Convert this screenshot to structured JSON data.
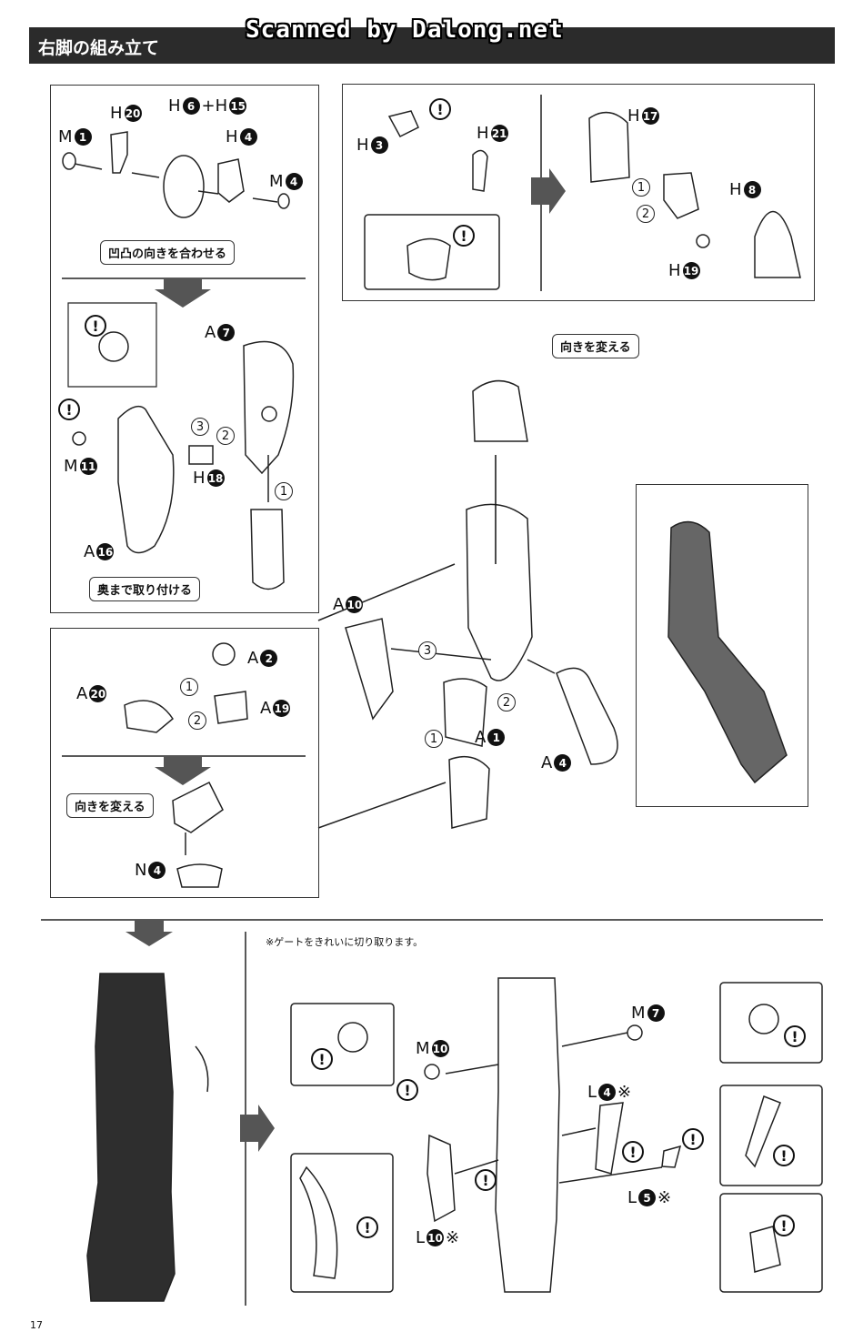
{
  "watermark": "Scanned by Dalong.net",
  "header": {
    "title": "右脚の組み立て"
  },
  "notes": {
    "align_convex": "凹凸の向きを合わせる",
    "attach_fully": "奥まで取り付ける",
    "change_direction_a": "向きを変える",
    "change_direction_b": "向きを変える",
    "gate_note": "※ゲートをきれいに切り取ります。"
  },
  "labels": {
    "m1": {
      "letter": "M",
      "num": "1"
    },
    "h20": {
      "letter": "H",
      "num": "20"
    },
    "h6h15": {
      "letter": "H",
      "num": "6",
      "plus": "+H",
      "num2": "15"
    },
    "h4": {
      "letter": "H",
      "num": "4"
    },
    "m4": {
      "letter": "M",
      "num": "4"
    },
    "h3": {
      "letter": "H",
      "num": "3"
    },
    "h21": {
      "letter": "H",
      "num": "21"
    },
    "h17": {
      "letter": "H",
      "num": "17"
    },
    "h8": {
      "letter": "H",
      "num": "8"
    },
    "h19": {
      "letter": "H",
      "num": "19"
    },
    "a7": {
      "letter": "A",
      "num": "7"
    },
    "m11": {
      "letter": "M",
      "num": "11"
    },
    "h18": {
      "letter": "H",
      "num": "18"
    },
    "a16": {
      "letter": "A",
      "num": "16"
    },
    "a10": {
      "letter": "A",
      "num": "10"
    },
    "a1": {
      "letter": "A",
      "num": "1"
    },
    "a4": {
      "letter": "A",
      "num": "4"
    },
    "a2": {
      "letter": "A",
      "num": "2"
    },
    "a20": {
      "letter": "A",
      "num": "20"
    },
    "a19": {
      "letter": "A",
      "num": "19"
    },
    "n4": {
      "letter": "N",
      "num": "4"
    },
    "m7": {
      "letter": "M",
      "num": "7"
    },
    "m10": {
      "letter": "M",
      "num": "10"
    },
    "l4": {
      "letter": "L",
      "num": "4",
      "mark": "※"
    },
    "l5": {
      "letter": "L",
      "num": "5",
      "mark": "※"
    },
    "l10": {
      "letter": "L",
      "num": "10",
      "mark": "※"
    }
  },
  "steps": {
    "one": "1",
    "two": "2",
    "three": "3"
  },
  "warn_symbol": "!",
  "page_number": "17",
  "colors": {
    "title_bg": "#2b2b2b",
    "arrow": "#555555",
    "ink": "#111111"
  }
}
